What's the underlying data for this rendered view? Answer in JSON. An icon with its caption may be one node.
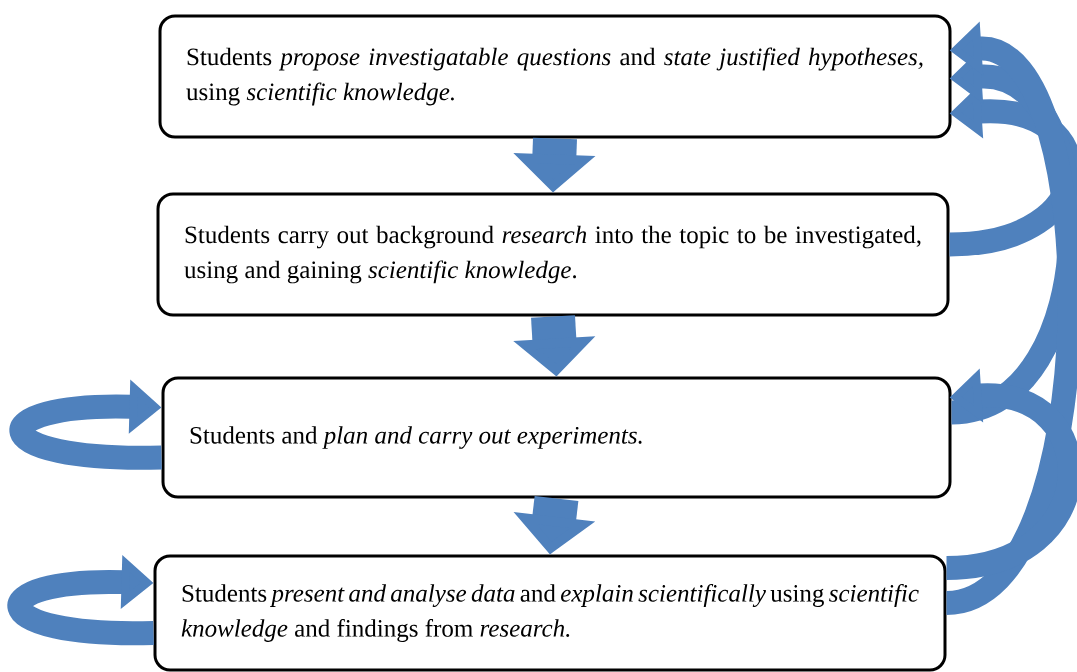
{
  "diagram": {
    "nodes": [
      {
        "text": [
          "Students *propose investigatable questions* and *state justified hypotheses,* using *scientific knowledge.*"
        ]
      },
      {
        "text": [
          "Students carry out background *research* into the topic to be investigated, using and gaining *scientific knowledge*."
        ]
      },
      {
        "text": [
          "Students and *plan and carry out experiments.*"
        ]
      },
      {
        "text": [
          "Students *present and analyse data* and *explain scientifically* using *scientific knowledge* and findings from *research.*"
        ]
      }
    ],
    "edges": [
      {
        "from": 0,
        "to": 1,
        "arrow": "to",
        "style": "thick"
      },
      {
        "from": 1,
        "to": 2,
        "arrow": "to",
        "style": "thick"
      },
      {
        "from": 2,
        "to": 3,
        "arrow": "to",
        "style": "thick"
      },
      {
        "from": 2,
        "to": 2,
        "arrow": "to"
      },
      {
        "from": 3,
        "to": 3,
        "arrow": "to"
      },
      {
        "from": 1,
        "to": 0,
        "arrow": "to"
      },
      {
        "from": 2,
        "to": 0,
        "arrow": "to"
      },
      {
        "from": 3,
        "to": 0,
        "arrow": "to"
      },
      {
        "from": 3,
        "to": 2,
        "arrow": "to"
      }
    ]
  }
}
